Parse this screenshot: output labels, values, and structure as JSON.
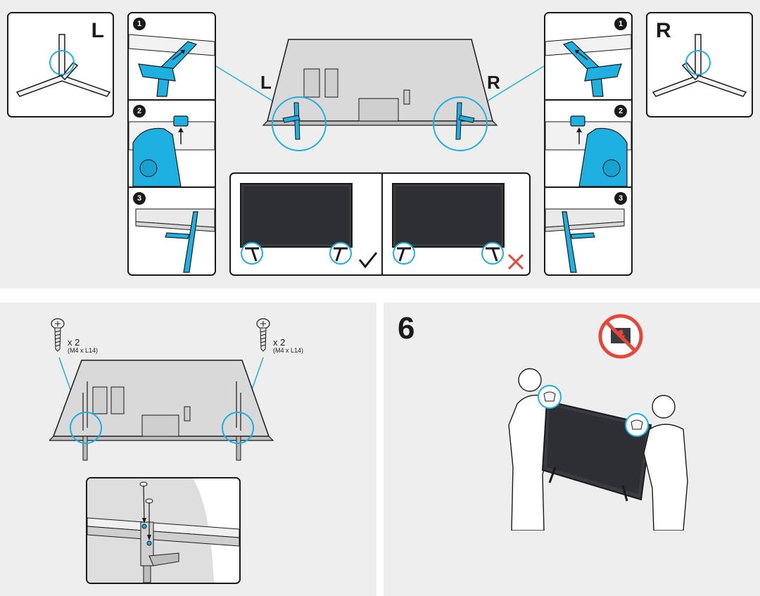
{
  "top": {
    "left_letter": "L",
    "right_letter": "R",
    "tv_left_label": "L",
    "tv_right_label": "R",
    "steps": [
      "1",
      "2",
      "3"
    ]
  },
  "screws": {
    "left": {
      "qty": "x 2",
      "spec": "(M4 x L14)"
    },
    "right": {
      "qty": "x 2",
      "spec": "(M4 x L14)"
    }
  },
  "step6": {
    "number": "6"
  },
  "colors": {
    "accent": "#1db0e0",
    "stroke": "#1a1a1a",
    "panel_bg": "#eeeeee",
    "correct": "#1a1a1a",
    "wrong": "#e5483b",
    "warning": "#e5483b"
  },
  "icons": {
    "correct": "check-icon",
    "wrong": "cross-icon",
    "warning": "no-touch-screen-icon",
    "screw": "screw-icon"
  }
}
